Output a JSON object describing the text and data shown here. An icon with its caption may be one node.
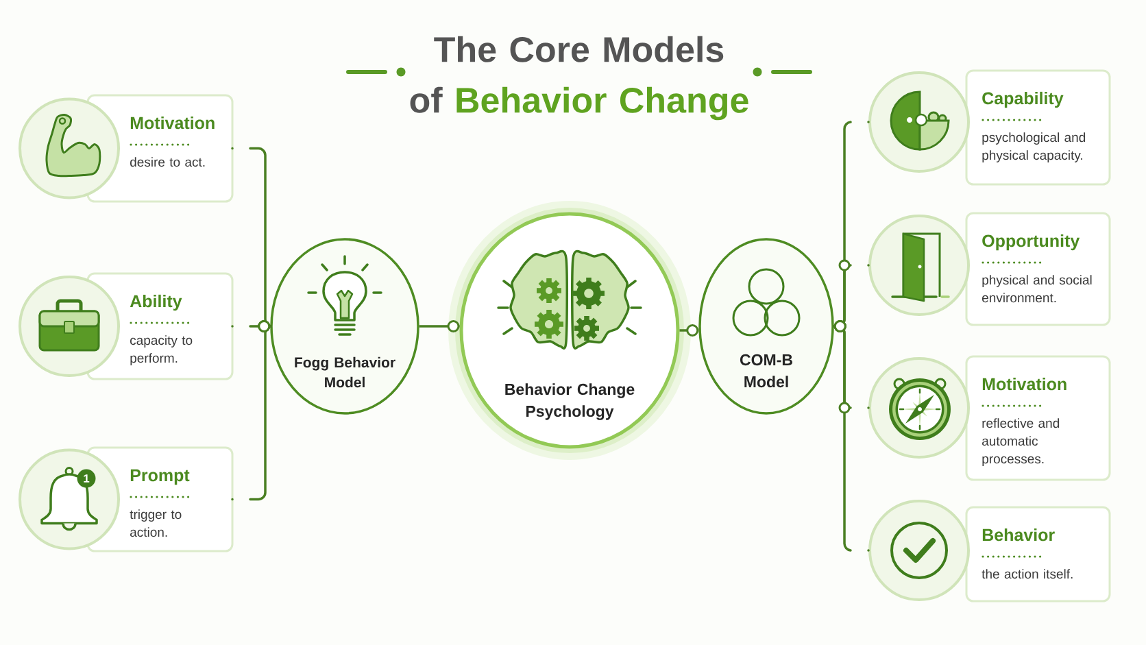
{
  "diagram": {
    "title": "The Core Models of Behavior Change",
    "nodes": [
      {
        "text": [
          "Motivation",
          "desire to act."
        ]
      },
      {
        "text": [
          "Ability",
          "capacity to perform."
        ]
      },
      {
        "text": [
          "Prompt",
          "trigger to action."
        ]
      },
      {
        "text": [
          "Fogg Behavior Model"
        ]
      },
      {
        "text": [
          "Behavior Change Psychology"
        ]
      },
      {
        "text": [
          "COM-B Model"
        ]
      },
      {
        "text": [
          "Capability",
          "psychological and physical capacity."
        ]
      },
      {
        "text": [
          "Opportunity",
          "physical and social environment."
        ]
      },
      {
        "text": [
          "Motivation",
          "reflective and automatic processes."
        ]
      },
      {
        "text": [
          "Behavior",
          "the action itself."
        ]
      }
    ],
    "edges": [
      {
        "from": 0,
        "to": 3,
        "arrow": "other",
        "style": "dashed"
      },
      {
        "from": 1,
        "to": 3,
        "arrow": "other",
        "style": "dashed"
      },
      {
        "from": 2,
        "to": 3,
        "arrow": "other",
        "style": "dashed"
      },
      {
        "from": 3,
        "to": 4,
        "arrow": "other"
      },
      {
        "from": 4,
        "to": 5,
        "arrow": "other"
      },
      {
        "from": 6,
        "to": 5,
        "arrow": "other",
        "style": "dashed"
      },
      {
        "from": 7,
        "to": 5,
        "arrow": "other",
        "style": "dashed"
      },
      {
        "from": 8,
        "to": 5,
        "arrow": "other",
        "style": "dashed"
      },
      {
        "from": 9,
        "to": 5,
        "arrow": "other",
        "style": "dashed"
      }
    ],
    "labels": [
      "1"
    ]
  }
}
